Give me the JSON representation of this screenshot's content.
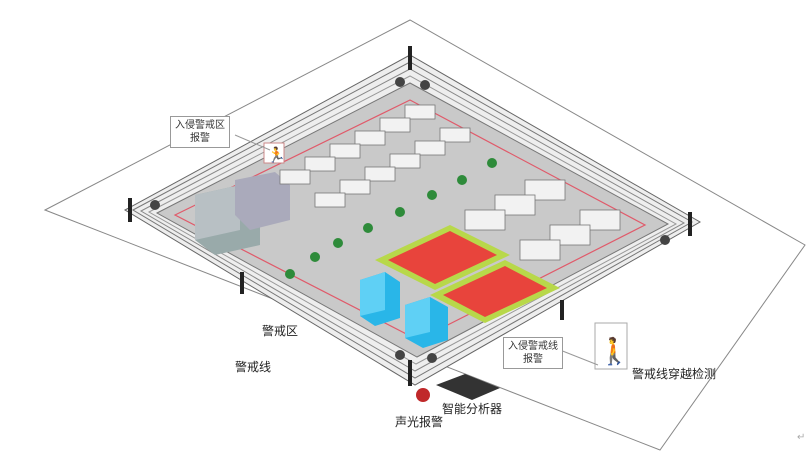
{
  "labels": {
    "zone_alarm_line1": "入侵警戒区",
    "zone_alarm_line2": "报警",
    "line_alarm_line1": "入侵警戒线",
    "line_alarm_line2": "报警",
    "line_crossing_detection": "警戒线穿越检测",
    "warning_zone": "警戒区",
    "warning_line": "警戒线",
    "smart_analyzer": "智能分析器",
    "sound_light_alarm": "声光报警",
    "corner_mark": "↵"
  },
  "colors": {
    "ground": "#c9c9c9",
    "fence": "#555555",
    "alert_line": "#e05a6a",
    "court": "#e8443c",
    "court_border": "#b8d84a",
    "tower": "#29b6e8",
    "tree": "#2e8b3a"
  }
}
